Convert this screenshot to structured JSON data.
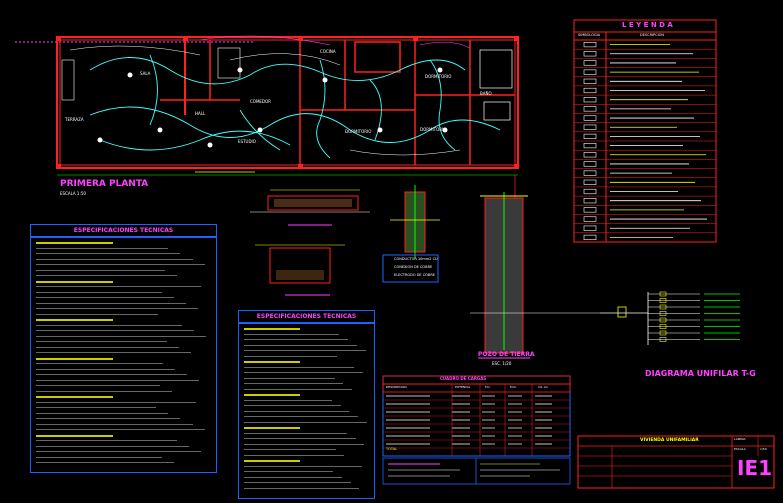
{
  "plan": {
    "title": "PRIMERA PLANTA",
    "scale": "ESCALA 1:50",
    "room_labels": [
      "TERRAZA",
      "COCINA",
      "SALA",
      "COMEDOR",
      "DORMITORIO",
      "DORMITORIO",
      "DORMITORIO",
      "ESTUDIO",
      "BAÑO",
      "HALL"
    ]
  },
  "spec_left": {
    "title": "ESPECIFICACIONES TECNICAS"
  },
  "spec_mid": {
    "title": "ESPECIFICACIONES TECNICAS"
  },
  "details": {
    "pozo_label": "POZO DE TIERRA",
    "pozo_scale": "ESC. 1/20",
    "legend_items": [
      "CONDUCTOR 10mm2 CU",
      "CONEXION DE COBRE",
      "ELECTRODO DE COBRE"
    ]
  },
  "legend": {
    "title": "L E Y E N D A",
    "col_symbol": "SIMBOLOGIA",
    "col_desc": "DESCRIPCION",
    "rows": 22
  },
  "unifilar": {
    "title": "DIAGRAMA UNIFILAR T-G"
  },
  "cuadro": {
    "title": "CUADRO DE CARGAS",
    "headers": [
      "DESCRIPCION",
      "POTENCIA",
      "F.D.",
      "M.D.",
      "Int. Ali"
    ],
    "total_label": "TOTAL"
  },
  "titleblock": {
    "project": "VIVIENDA UNIFAMILIAR",
    "sheet": "IE1",
    "label_lamina": "LAMINA",
    "label_escala": "ESCALA",
    "escala_val": "1/50"
  },
  "colors": {
    "wall": "#ff2020",
    "circuit": "#40ffff",
    "green": "#00ff00",
    "magenta": "#ff40ff",
    "yellow": "#ffff00",
    "blue": "#2060ff"
  }
}
